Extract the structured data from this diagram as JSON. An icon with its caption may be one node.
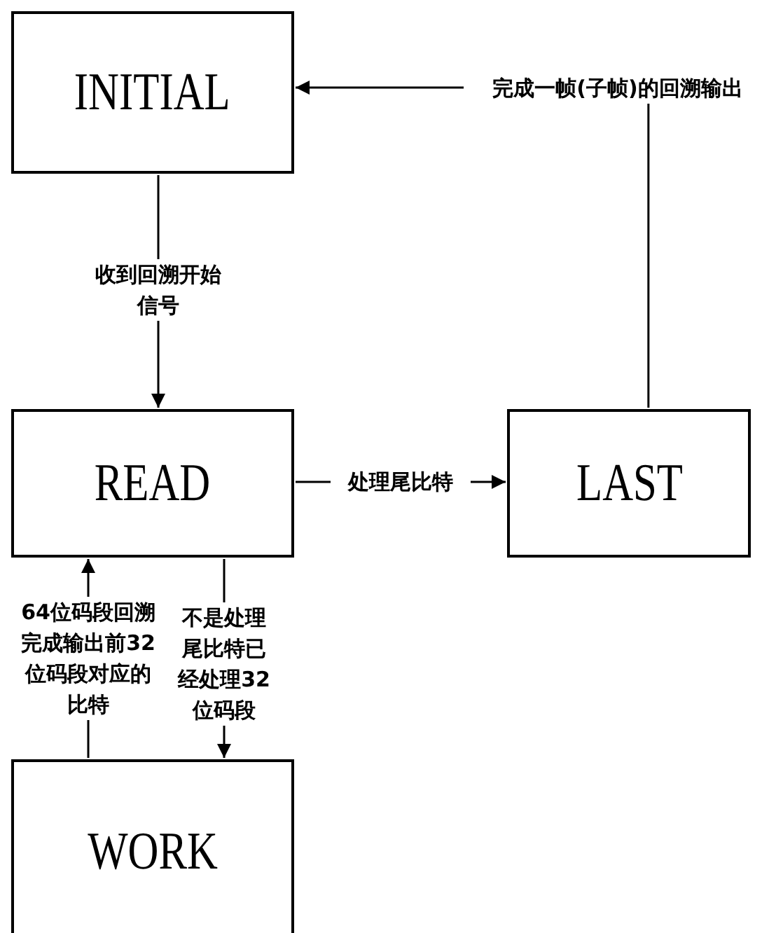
{
  "diagram": {
    "nodes": [
      {
        "text": [
          "INITIAL"
        ]
      },
      {
        "text": [
          "READ"
        ]
      },
      {
        "text": [
          "LAST"
        ]
      },
      {
        "text": [
          "WORK"
        ]
      }
    ],
    "edges": [
      {
        "from": 0,
        "to": 1,
        "arrow": "to",
        "label": "收到回溯开始信号"
      },
      {
        "from": 1,
        "to": 2,
        "arrow": "to",
        "label": "处理尾比特"
      },
      {
        "from": 2,
        "to": 0,
        "arrow": "to",
        "label": "完成一帧(子帧)的回溯输出"
      },
      {
        "from": 3,
        "to": 1,
        "arrow": "to",
        "label": "64位码段回溯完成输出前32位码段对应的比特"
      },
      {
        "from": 1,
        "to": 3,
        "arrow": "to",
        "label": "不是处理尾比特已经处理32位码段"
      }
    ]
  }
}
